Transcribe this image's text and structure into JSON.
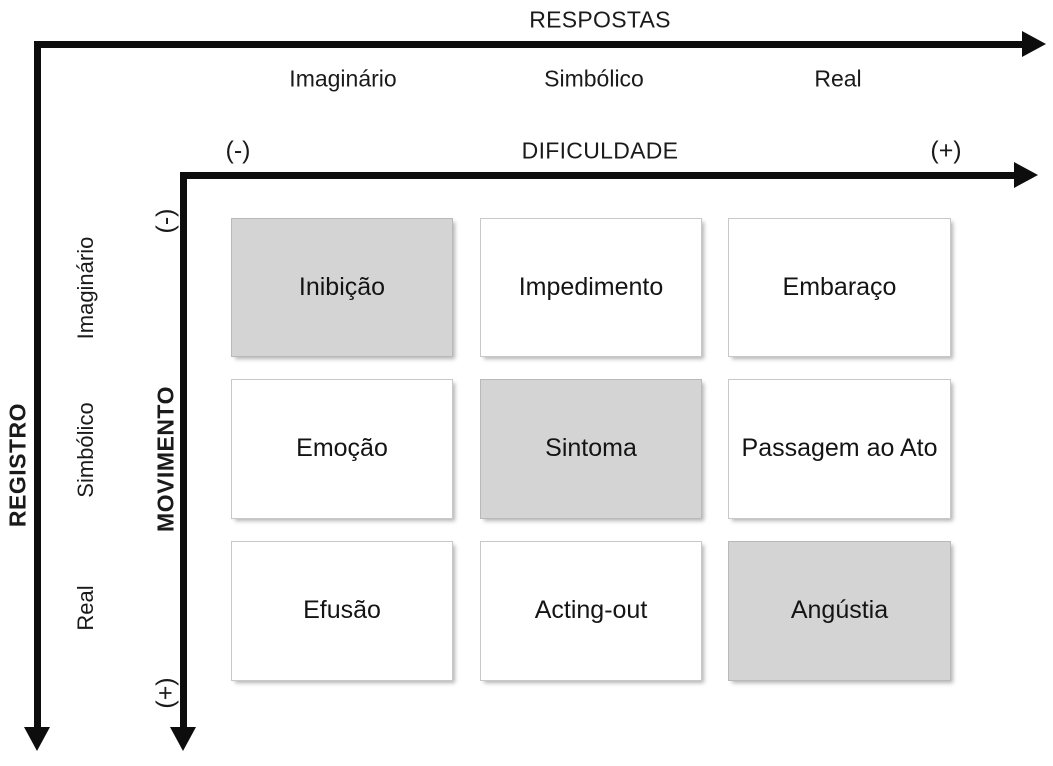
{
  "diagram": {
    "top_axis": {
      "title": "RESPOSTAS",
      "columns": [
        "Imaginário",
        "Simbólico",
        "Real"
      ]
    },
    "difficulty_axis": {
      "title": "DIFICULDADE",
      "min_sign": "(-)",
      "max_sign": "(+)"
    },
    "left_axis": {
      "title": "REGISTRO",
      "rows": [
        "Imaginário",
        "Simbólico",
        "Real"
      ]
    },
    "movement_axis": {
      "title": "MOVIMENTO",
      "min_sign": "(-)",
      "max_sign": "(+)"
    },
    "grid": {
      "rows": [
        {
          "row_label": "Imaginário",
          "cells": [
            {
              "label": "Inibição",
              "shaded": true
            },
            {
              "label": "Impedimento",
              "shaded": false
            },
            {
              "label": "Embaraço",
              "shaded": false
            }
          ]
        },
        {
          "row_label": "Simbólico",
          "cells": [
            {
              "label": "Emoção",
              "shaded": false
            },
            {
              "label": "Sintoma",
              "shaded": true
            },
            {
              "label": "Passagem ao Ato",
              "shaded": false
            }
          ]
        },
        {
          "row_label": "Real",
          "cells": [
            {
              "label": "Efusão",
              "shaded": false
            },
            {
              "label": "Acting-out",
              "shaded": false
            },
            {
              "label": "Angústia",
              "shaded": true
            }
          ]
        }
      ]
    },
    "colors": {
      "shaded_cell": "#d4d4d4",
      "plain_cell": "#ffffff",
      "axis": "#0d0d0d",
      "cell_border": "#c8c8c8"
    }
  }
}
